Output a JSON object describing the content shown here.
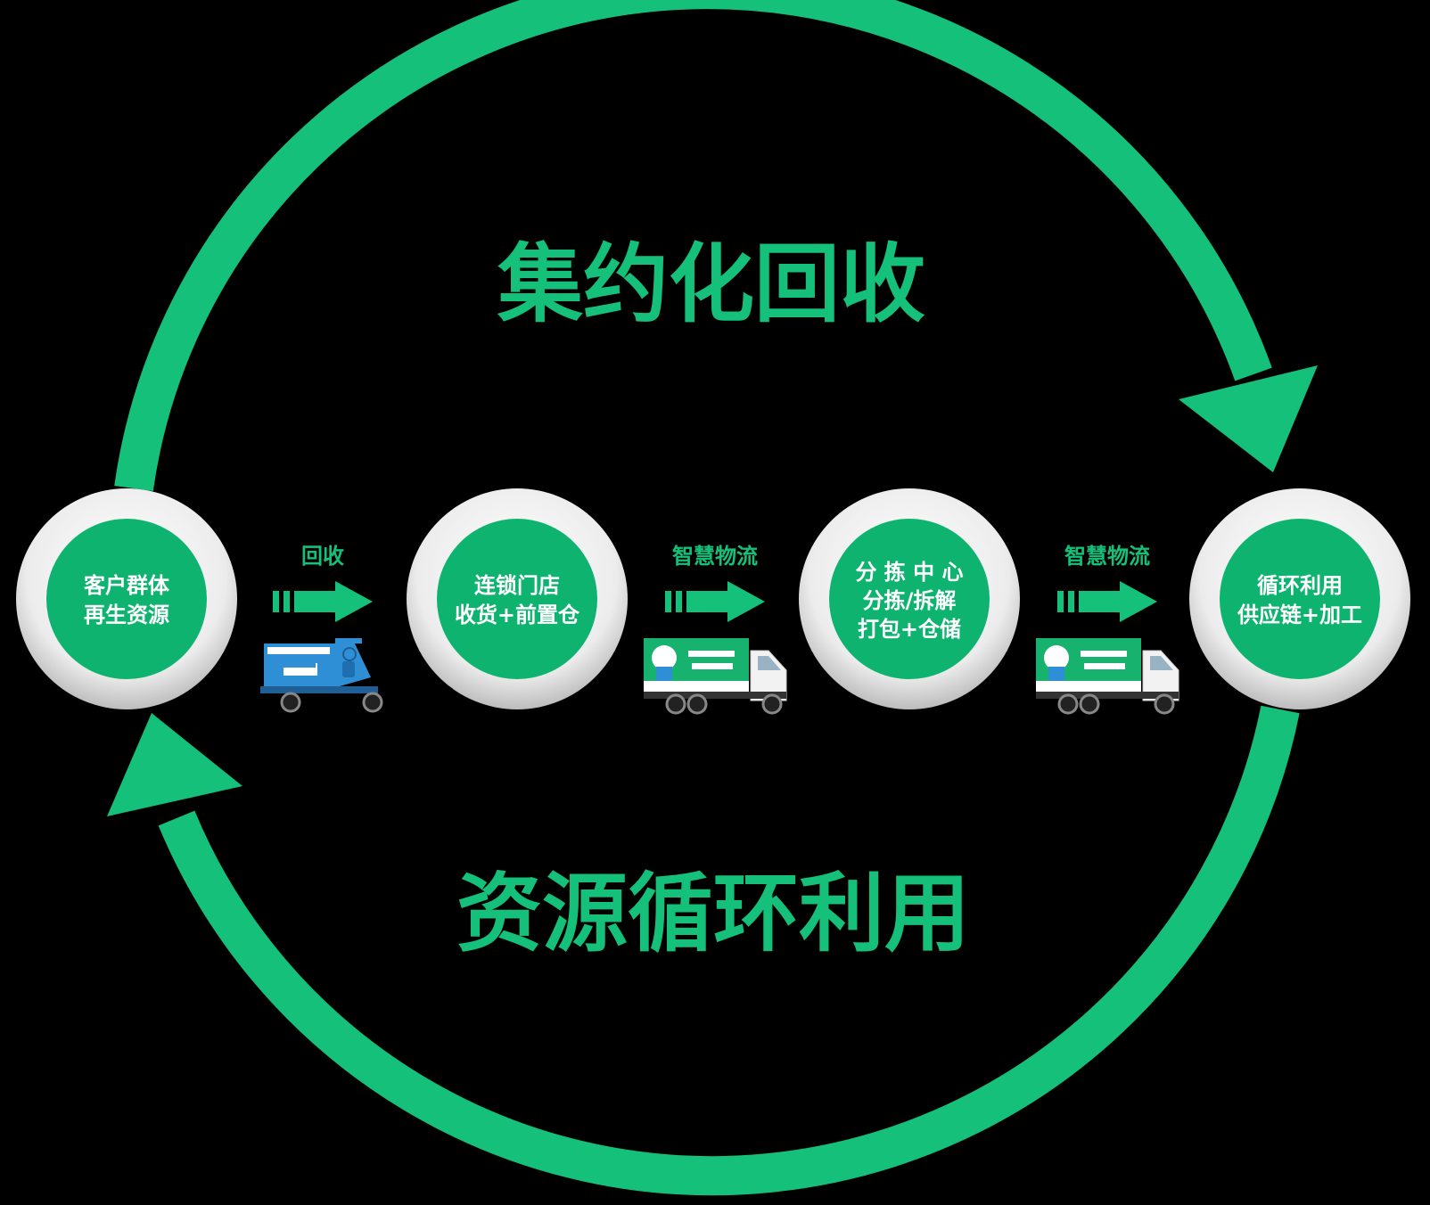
{
  "colors": {
    "background": "#000000",
    "accent": "#14c07a",
    "node_fill": "#0eb36f",
    "node_ring": "#e9e9e9",
    "truck_blue": "#2f8fd6"
  },
  "titles": {
    "top": "集约化回收",
    "bottom": "资源循环利用"
  },
  "nodes": [
    {
      "lines": [
        "客户群体",
        "再生资源"
      ]
    },
    {
      "lines": [
        "连锁门店",
        "收货+前置仓"
      ]
    },
    {
      "lines": [
        "分 拣 中 心",
        "分拣/拆解",
        "打包+仓储"
      ]
    },
    {
      "lines": [
        "循环利用",
        "供应链+加工"
      ]
    }
  ],
  "connectors": [
    {
      "label": "回收",
      "vehicle_icon": "tricycle-icon"
    },
    {
      "label": "智慧物流",
      "vehicle_icon": "delivery-truck-icon"
    },
    {
      "label": "智慧物流",
      "vehicle_icon": "delivery-truck-icon"
    }
  ]
}
